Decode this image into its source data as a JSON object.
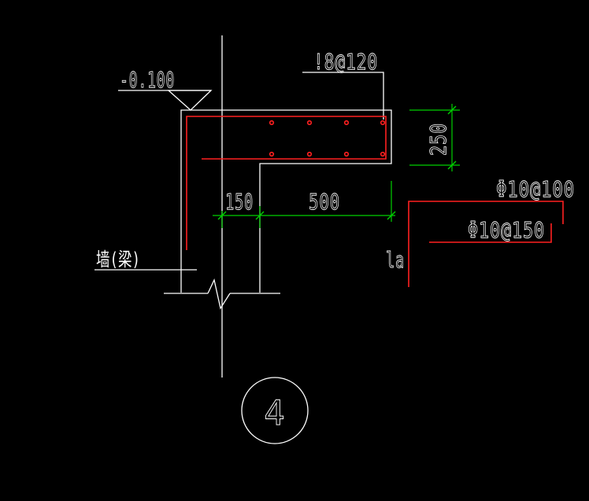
{
  "drawing": {
    "elevation_label": "-0.100",
    "top_rebar_label": "!8@120",
    "dim_height_label": "250",
    "dim_wall_label": "150",
    "dim_slab_label": "500",
    "rebar_upper_label": "Φ10@100",
    "rebar_lower_label": "Φ10@150",
    "anchorage_label": "la",
    "wall_label": "墙(梁)",
    "detail_number": "4"
  },
  "colors": {
    "background": "#000000",
    "outline": "#ffffff",
    "rebar": "#ff2020",
    "dimension": "#00d000"
  }
}
